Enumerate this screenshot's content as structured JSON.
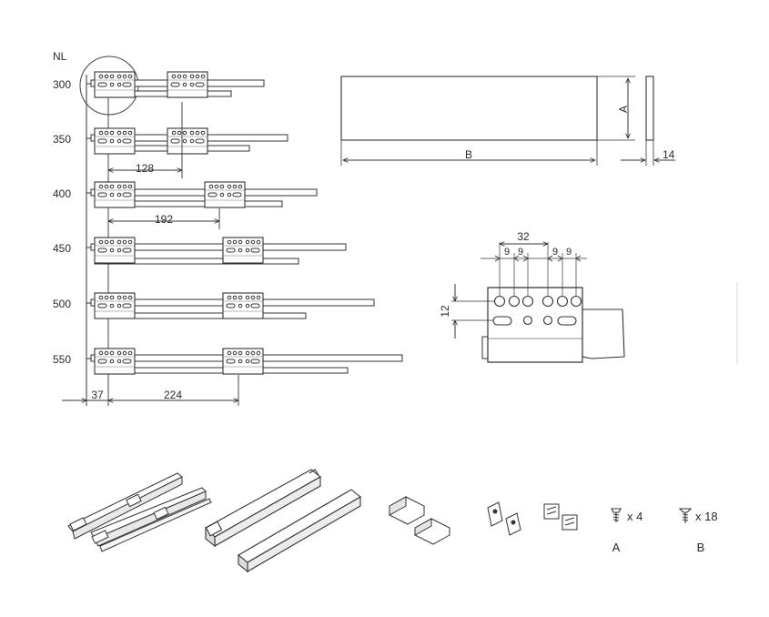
{
  "header": {
    "nl_label": "NL"
  },
  "runner_lengths": [
    "300",
    "350",
    "400",
    "450",
    "500",
    "550"
  ],
  "dimensions": {
    "bracket_spacing_1": "128",
    "bracket_spacing_2": "192",
    "front_offset": "37",
    "bracket_spacing_3": "224"
  },
  "panel_view": {
    "height_label": "A",
    "length_label": "B",
    "thickness_label": "14"
  },
  "hole_detail": {
    "width_label": "32",
    "pitch_labels": [
      "9",
      "9",
      "9",
      "9"
    ],
    "row_gap_label": "12"
  },
  "kit": {
    "screw_a_qty": "x 4",
    "screw_a_label": "A",
    "screw_b_qty": "x 18",
    "screw_b_label": "B"
  }
}
